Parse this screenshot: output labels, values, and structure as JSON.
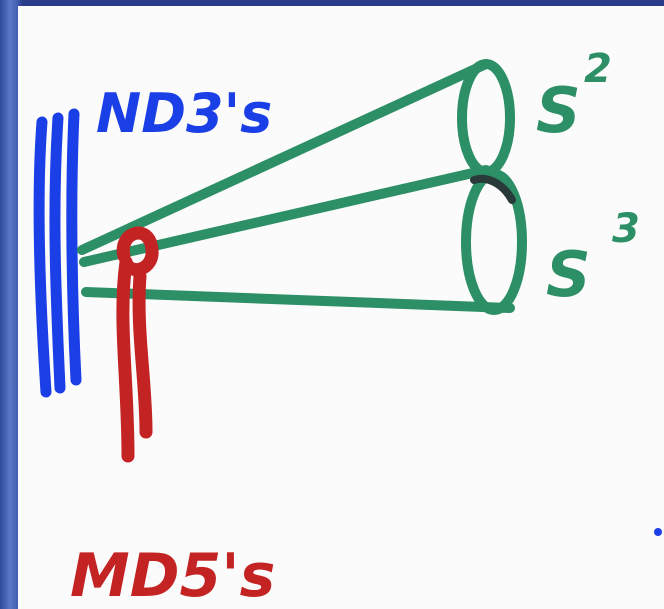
{
  "labels": {
    "d3_branes": "ND3's",
    "d5_branes": "MD5's",
    "sphere_upper": "S",
    "sphere_upper_exp": "2",
    "sphere_lower": "S",
    "sphere_lower_exp": "3"
  },
  "colors": {
    "blue_ink": "#1a3fe6",
    "red_ink": "#c42323",
    "green_ink": "#2d8f66",
    "board": "#fbfbfb",
    "frame": "#2a3d8a"
  }
}
